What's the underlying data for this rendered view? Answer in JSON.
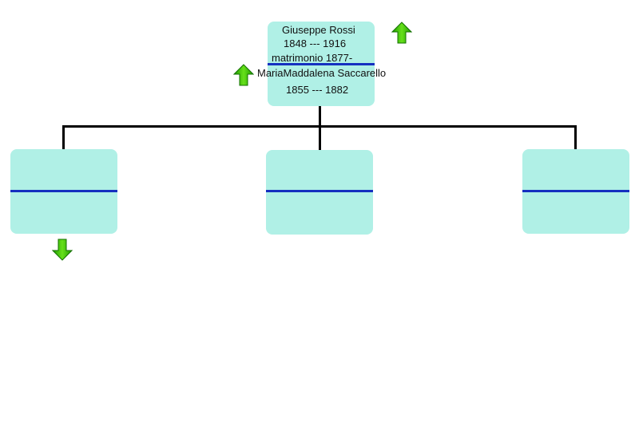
{
  "root": {
    "name": "Giuseppe Rossi",
    "dates": "1848 --- 1916",
    "marriage": "matrimonio 1877-",
    "spouse_name": "MariaMaddalena Saccarello",
    "spouse_dates": "1855 --- 1882"
  },
  "children": [
    {
      "name": "",
      "dates": ""
    },
    {
      "name": "",
      "dates": ""
    },
    {
      "name": "",
      "dates": ""
    }
  ],
  "icons": {
    "up_arrow": "green-up-arrow-icon",
    "down_arrow": "green-down-arrow-icon"
  },
  "colors": {
    "card_fill": "#b0f0e6",
    "divider": "#1530c0",
    "connector": "#000000",
    "arrow": "#33cc00"
  }
}
